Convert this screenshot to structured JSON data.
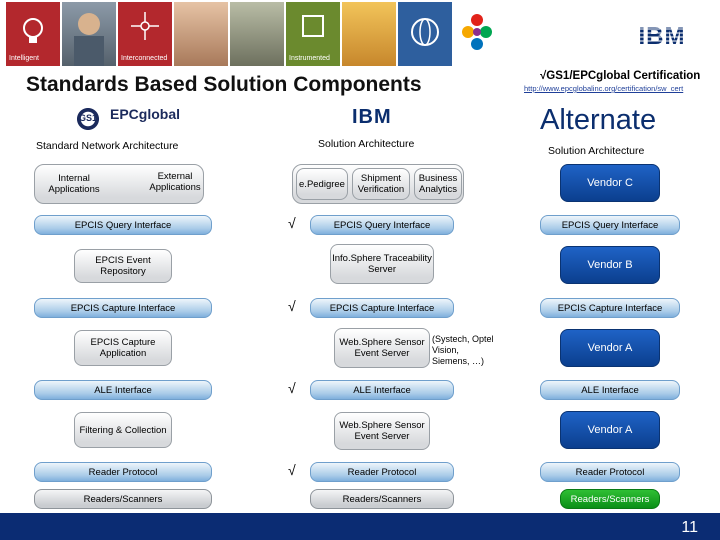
{
  "banner": {
    "tiles": [
      {
        "label": "Intelligent",
        "color": "#b3282d"
      },
      {
        "label": "",
        "color": "#6e7f8f"
      },
      {
        "label": "Interconnected",
        "color": "#b3282d"
      },
      {
        "label": "",
        "color": "#c49d7f"
      },
      {
        "label": "",
        "color": "#8a8f7c"
      },
      {
        "label": "Instrumented",
        "color": "#5d7a2c"
      },
      {
        "label": "",
        "color": "#d9a03a"
      },
      {
        "label": "",
        "color": "#2e5f9e"
      }
    ],
    "ibm_logo": "IBM"
  },
  "title": "Standards Based Solution Components",
  "certification": {
    "text": "√GS1/EPCglobal Certification",
    "url": "http://www.epcglobalinc.org/certification/sw_cert"
  },
  "alternate": "Alternate",
  "logos": {
    "gs1": "GS1",
    "epcglobal": "EPCglobal",
    "ibm": "IBM"
  },
  "columns": {
    "standard": "Standard Network Architecture",
    "solution": "Solution Architecture",
    "alternate": "Solution Architecture"
  },
  "standard_col": {
    "internal_apps": "Internal Applications",
    "external_apps": "External Applications",
    "query_if": "EPCIS Query Interface",
    "event_repo": "EPCIS Event Repository",
    "capture_if": "EPCIS Capture Interface",
    "capture_app": "EPCIS Capture Application",
    "ale_if": "ALE Interface",
    "filtering": "Filtering & Collection",
    "reader_protocol": "Reader Protocol",
    "readers": "Readers/Scanners"
  },
  "solution_col": {
    "epedigree": "e.Pedigree",
    "shipment": "Shipment Verification",
    "business": "Business Analytics",
    "query_if": "EPCIS Query Interface",
    "infosphere": "Info.Sphere Traceability Server",
    "capture_if": "EPCIS Capture Interface",
    "websphere1": "Web.Sphere Sensor Event Server",
    "partners": "(Systech, Optel Vision, Siemens, …)",
    "ale_if": "ALE Interface",
    "websphere2": "Web.Sphere Sensor Event Server",
    "reader_protocol": "Reader Protocol",
    "readers": "Readers/Scanners"
  },
  "alternate_col": {
    "vendor_c": "Vendor C",
    "query_if": "EPCIS Query Interface",
    "vendor_b": "Vendor B",
    "capture_if": "EPCIS Capture Interface",
    "vendor_a1": "Vendor A",
    "ale_if": "ALE Interface",
    "vendor_a2": "Vendor A",
    "reader_protocol": "Reader Protocol",
    "readers": "Readers/Scanners"
  },
  "checkmark": "√",
  "page_number": "11"
}
